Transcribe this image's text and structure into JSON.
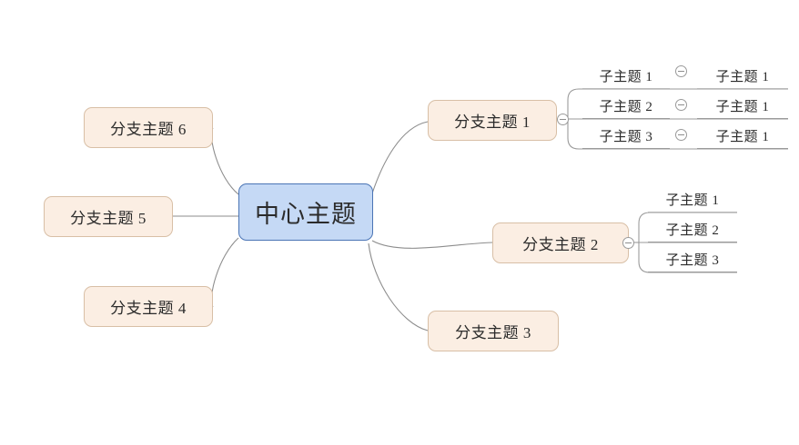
{
  "document": {
    "type": "mindmap",
    "background": "#ffffff",
    "central_fill": "#c5d9f5",
    "central_stroke": "#4a74b5",
    "branch_fill": "#fbeee3",
    "branch_stroke": "#d8bfa6",
    "line_color": "#8d8d8d",
    "text_color": "#2b2b2b"
  },
  "central": {
    "label": "中心主题"
  },
  "branches": [
    {
      "id": "b1",
      "label": "分支主题 1",
      "toggle": "collapse-toggle-minus"
    },
    {
      "id": "b2",
      "label": "分支主题 2",
      "toggle": "collapse-toggle-minus"
    },
    {
      "id": "b3",
      "label": "分支主题 3"
    },
    {
      "id": "b4",
      "label": "分支主题 4"
    },
    {
      "id": "b5",
      "label": "分支主题 5"
    },
    {
      "id": "b6",
      "label": "分支主题 6"
    }
  ],
  "branch1_children": [
    {
      "label": "子主题 1",
      "toggle": "collapse-toggle-minus",
      "grandchild": "子主题 1"
    },
    {
      "label": "子主题 2",
      "toggle": "collapse-toggle-minus",
      "grandchild": "子主题 1"
    },
    {
      "label": "子主题 3",
      "toggle": "collapse-toggle-minus",
      "grandchild": "子主题 1"
    }
  ],
  "branch2_children": [
    {
      "label": "子主题 1"
    },
    {
      "label": "子主题 2"
    },
    {
      "label": "子主题 3"
    }
  ]
}
